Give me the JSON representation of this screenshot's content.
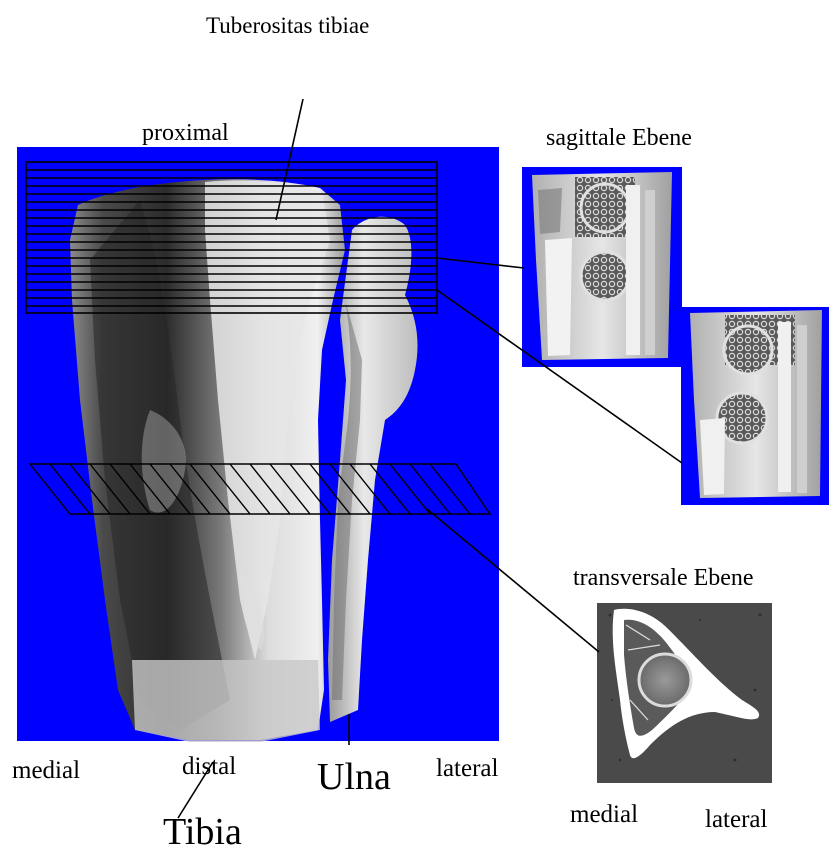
{
  "labels": {
    "title": "Tuberositas tibiae",
    "proximal": "proximal",
    "sagittal": "sagittale Ebene",
    "transversal": "transversale Ebene",
    "medial_main": "medial",
    "distal": "distal",
    "ulna": "Ulna",
    "lateral_main": "lateral",
    "tibia": "Tibia",
    "medial_ct": "medial",
    "lateral_ct": "lateral"
  },
  "colors": {
    "background_blue": "#0000ff",
    "bone": "#d8d8d8",
    "bone_shadow": "#3a3a3a",
    "ct_background": "#4a4a4a"
  }
}
